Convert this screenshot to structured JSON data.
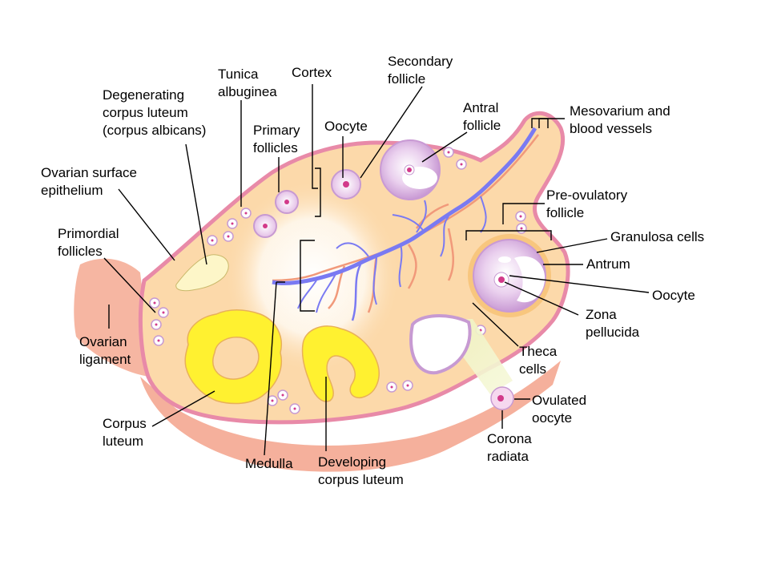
{
  "labels": {
    "secondary_follicle": [
      "Secondary",
      "follicle"
    ],
    "cortex": "Cortex",
    "tunica_albuginea": [
      "Tunica",
      "albuginea"
    ],
    "degenerating_corpus_luteum": [
      "Degenerating",
      "corpus luteum",
      "(corpus albicans)"
    ],
    "oocyte_top": "Oocyte",
    "antral_follicle": [
      "Antral",
      "follicle"
    ],
    "mesovarium": [
      "Mesovarium and",
      "blood vessels"
    ],
    "primary_follicles": [
      "Primary",
      "follicles"
    ],
    "ovarian_surface_epithelium": [
      "Ovarian surface",
      "epithelium"
    ],
    "pre_ovulatory_follicle": [
      "Pre-ovulatory",
      "follicle"
    ],
    "primordial_follicles": [
      "Primordial",
      "follicles"
    ],
    "granulosa_cells": "Granulosa cells",
    "antrum": "Antrum",
    "oocyte_right": "Oocyte",
    "zona_pellucida": [
      "Zona",
      "pellucida"
    ],
    "ovarian_ligament": [
      "Ovarian",
      "ligament"
    ],
    "theca_cells": [
      "Theca",
      "cells"
    ],
    "ovulated_oocyte": [
      "Ovulated",
      "oocyte"
    ],
    "corpus_luteum": [
      "Corpus",
      "luteum"
    ],
    "corona_radiata": [
      "Corona",
      "radiata"
    ],
    "medulla": "Medulla",
    "developing_corpus_luteum": [
      "Developing",
      "corpus luteum"
    ]
  },
  "colors": {
    "ovary_fill": "#fcd9aa",
    "ovary_outline": "#e88aa8",
    "shadow": "#f6b1a0",
    "medulla_glow": "#fffaf2",
    "follicle": "#dcb2e2",
    "corpus_luteum": "#fff130",
    "blood_vessel": "#7a7af2",
    "artery": "#f1997a"
  }
}
